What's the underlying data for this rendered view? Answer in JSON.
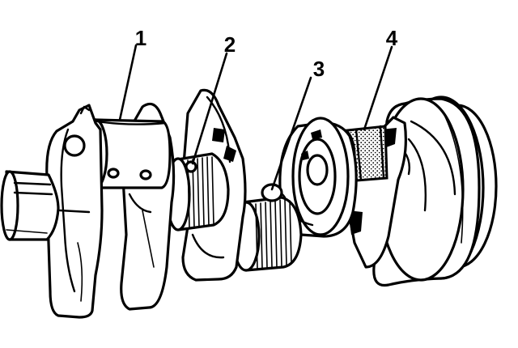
{
  "figure": {
    "background": "#ffffff",
    "ink": "#000000"
  },
  "callouts": [
    {
      "label": "1"
    },
    {
      "label": "2"
    },
    {
      "label": "3"
    },
    {
      "label": "4"
    }
  ]
}
